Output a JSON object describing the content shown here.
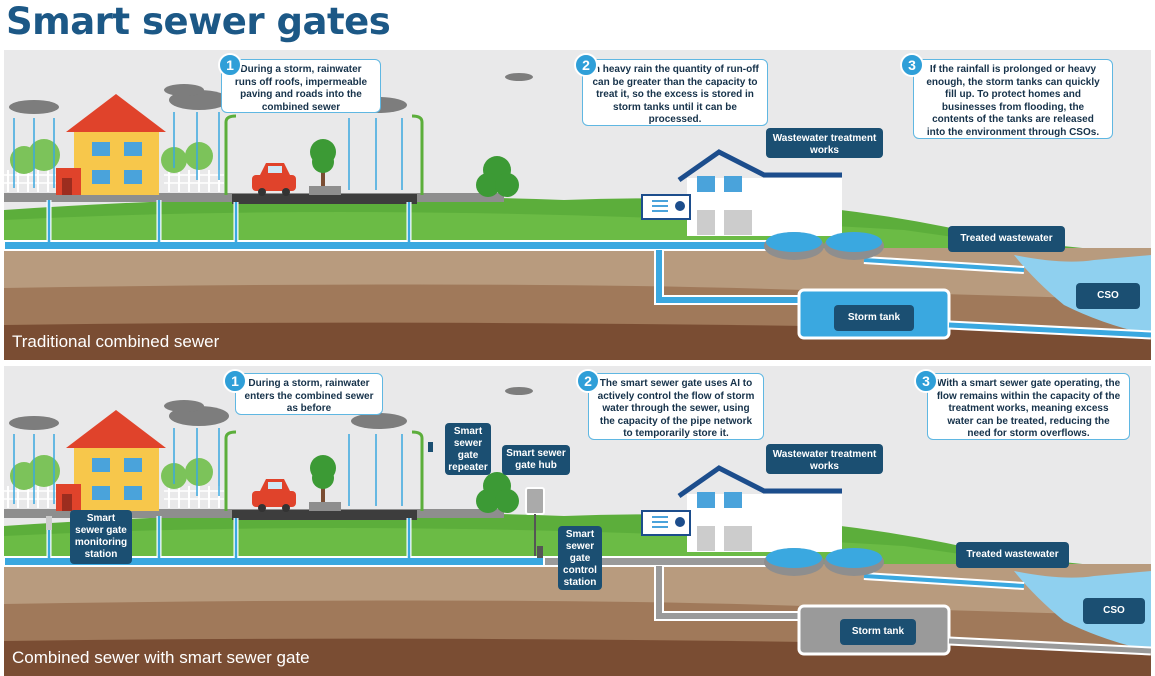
{
  "title": "Smart sewer gates",
  "panels": [
    {
      "caption": "Traditional combined sewer",
      "callouts": [
        {
          "num": "1",
          "text": "During a storm, rainwater runs off roofs, impermeable paving and roads into the combined sewer"
        },
        {
          "num": "2",
          "text": "In heavy rain the quantity of run-off can be greater than the capacity to treat it, so the excess is stored in storm tanks until it can be processed."
        },
        {
          "num": "3",
          "text": "If the rainfall is prolonged or heavy enough, the storm tanks can quickly fill up. To protect homes and businesses from flooding, the contents of the tanks are released into the environment through CSOs."
        }
      ],
      "labels": {
        "wastewater": "Wastewater treatment works",
        "treated": "Treated wastewater",
        "cso": "CSO",
        "storm_tank": "Storm tank"
      }
    },
    {
      "caption": "Combined sewer with smart sewer gate",
      "callouts": [
        {
          "num": "1",
          "text": "During a storm, rainwater enters the combined sewer as before"
        },
        {
          "num": "2",
          "text": "The smart sewer gate uses AI to actively control the flow of storm water through the sewer, using the capacity of the pipe network to temporarily store it."
        },
        {
          "num": "3",
          "text": "With a smart sewer gate operating, the flow remains within the capacity of the treatment works, meaning excess water can be treated, reducing the need for storm overflows."
        }
      ],
      "labels": {
        "wastewater": "Wastewater treatment works",
        "treated": "Treated wastewater",
        "cso": "CSO",
        "storm_tank": "Storm tank",
        "monitoring": "Smart sewer gate monitoring station",
        "repeater": "Smart sewer gate repeater",
        "hub": "Smart sewer gate hub",
        "control": "Smart sewer gate control station"
      }
    }
  ],
  "colors": {
    "title": "#1c5886",
    "sky": "#e9e9ea",
    "grass": "#5cae3b",
    "soil_light": "#b89b7e",
    "soil_mid": "#a0795a",
    "soil_dark": "#7a4d33",
    "water": "#3aa8e0",
    "label_bg": "#1b4f72",
    "callout_border": "#5fb7e2",
    "number_badge": "#2f9fd8"
  }
}
